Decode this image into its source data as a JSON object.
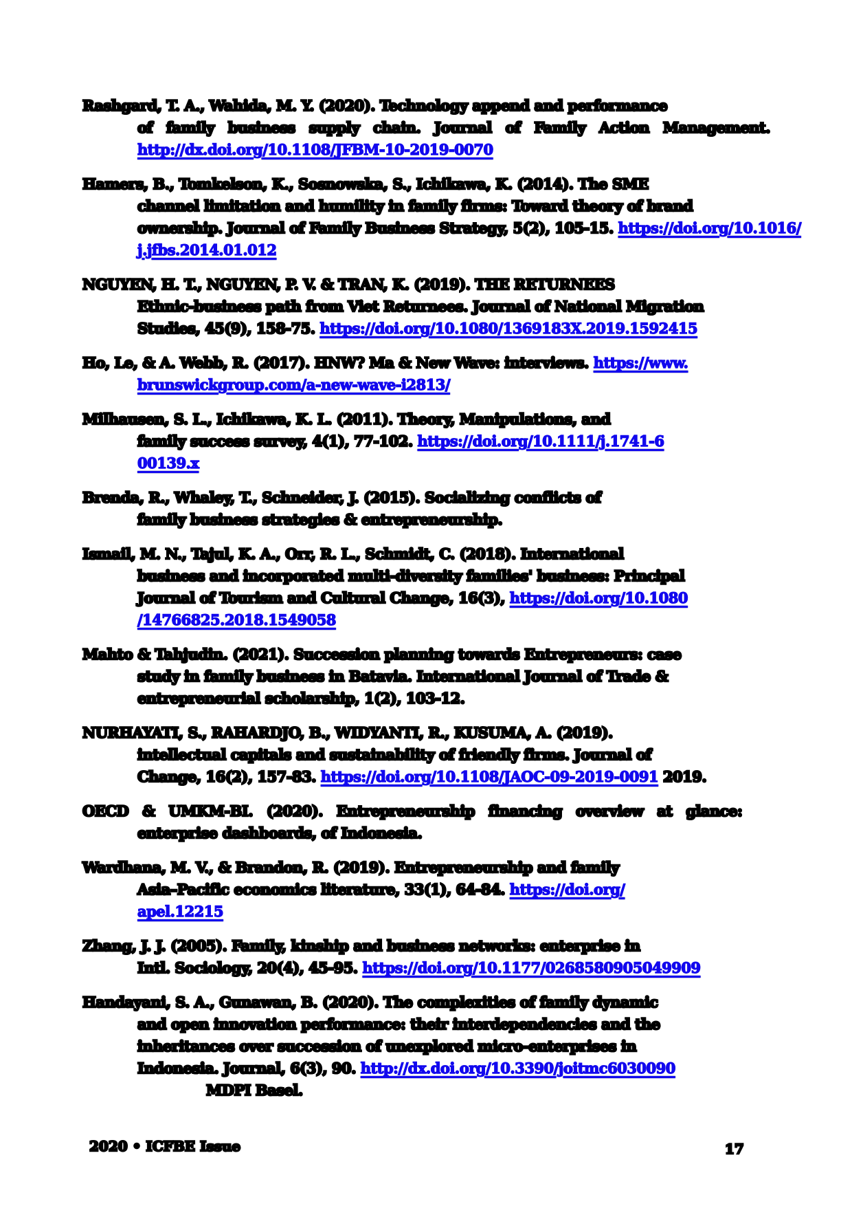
{
  "colors": {
    "text": "#000000",
    "link": "#1208ee",
    "background": "#ffffff"
  },
  "footer": {
    "left_label": "2020 • ICFBE Issue",
    "page_number": "17"
  },
  "references": {
    "entries": [
      {
        "lines": [
          {
            "wide": false,
            "segments": [
              {
                "text": "Rashgard, T. A., Wahida, M. Y. (2020). Technology append and performance",
                "link": false
              }
            ]
          },
          {
            "wide": true,
            "segments": [
              {
                "text": "of family business supply chain. Journal of Family Action Management.",
                "link": false
              }
            ]
          },
          {
            "segments": [
              {
                "text": "http://dx.doi.org/10.1108/JFBM-10-2019-0070",
                "link": true
              }
            ]
          }
        ]
      },
      {
        "lines": [
          {
            "segments": [
              {
                "text": "Hamers, B., Tomkelson, K., Sosnowska, S., Ichikawa, K. (2014). The SME",
                "link": false
              }
            ]
          },
          {
            "segments": [
              {
                "text": "channel limitation and humility in family firms: Toward theory of brand",
                "link": false
              }
            ]
          },
          {
            "segments": [
              {
                "text": "ownership. Journal of Family Business Strategy, 5(2), 105-15. ",
                "link": false
              },
              {
                "text": "https://doi.org/10.1016/",
                "link": true
              }
            ]
          },
          {
            "segments": [
              {
                "text": "j.jfbs.2014.01.012",
                "link": true
              }
            ]
          }
        ]
      },
      {
        "lines": [
          {
            "segments": [
              {
                "text": "NGUYEN, H. T., NGUYEN, P. V. & TRAN, K. (2019). THE RETURNEES",
                "link": false
              }
            ]
          },
          {
            "segments": [
              {
                "text": "Ethnic-business path from Viet Returnees. Journal of National Migration",
                "link": false
              }
            ]
          },
          {
            "segments": [
              {
                "text": "Studies, 45(9), 158-75. ",
                "link": false
              },
              {
                "text": "https://doi.org/10.1080/1369183X.2019.1592415",
                "link": true
              }
            ]
          }
        ]
      },
      {
        "lines": [
          {
            "segments": [
              {
                "text": "Ho, Le, & A. Webb, R. (2017). HNW? Ma & New Wave: interviews. ",
                "link": false
              },
              {
                "text": "https://www.",
                "link": true
              }
            ]
          },
          {
            "segments": [
              {
                "text": "brunswickgroup.com/a-new-wave-i2813/",
                "link": true
              }
            ]
          }
        ]
      },
      {
        "lines": [
          {
            "segments": [
              {
                "text": "Milhausen, S. L., Ichikawa, K. L. (2011). Theory, Manipulations, and",
                "link": false
              }
            ]
          },
          {
            "segments": [
              {
                "text": "family success survey, 4(1), 77-102. ",
                "link": false
              },
              {
                "text": "https://doi.org/10.1111/j.1741-6",
                "link": true
              }
            ]
          },
          {
            "segments": [
              {
                "text": "00139.x",
                "link": true
              }
            ]
          }
        ]
      },
      {
        "lines": [
          {
            "segments": [
              {
                "text": "Brenda, R., Whaley, T., Schneider, J. (2015). Socializing conflicts of",
                "link": false
              }
            ]
          },
          {
            "segments": [
              {
                "text": "family business strategies & entrepreneurship.",
                "link": false
              }
            ]
          }
        ]
      },
      {
        "lines": [
          {
            "segments": [
              {
                "text": "Ismail, M. N., Tajul, K. A., Orr, R. L., Schmidt, C. (2018). International",
                "link": false
              }
            ]
          },
          {
            "segments": [
              {
                "text": "business and incorporated multi-diversity families' business: Principal",
                "link": false
              }
            ]
          },
          {
            "segments": [
              {
                "text": "Journal of Tourism and Cultural Change, 16(3), ",
                "link": false
              },
              {
                "text": "https://doi.org/10.1080",
                "link": true
              }
            ]
          },
          {
            "segments": [
              {
                "text": "/14766825.2018.1549058",
                "link": true
              }
            ]
          }
        ]
      },
      {
        "lines": [
          {
            "segments": [
              {
                "text": "Mahto & Tahjudin. (2021). Succession planning towards Entrepreneurs: case",
                "link": false
              }
            ]
          },
          {
            "segments": [
              {
                "text": "study in family business in Batavia. International Journal of Trade &",
                "link": false
              }
            ]
          },
          {
            "segments": [
              {
                "text": "entrepreneurial scholarship, 1(2), 103-12.",
                "link": false
              }
            ]
          }
        ]
      },
      {
        "lines": [
          {
            "segments": [
              {
                "text": "NURHAYATI, S., RAHARDJO, B., WIDYANTI, R., KUSUMA, A. (2019).",
                "link": false
              }
            ]
          },
          {
            "segments": [
              {
                "text": "intellectual capitals and sustainability of friendly firms. Journal of",
                "link": false
              }
            ]
          },
          {
            "segments": [
              {
                "text": "Change, 16(2), 157-83. ",
                "link": false
              },
              {
                "text": "https://doi.org/10.1108/JAOC-09-2019-0091",
                "link": true
              },
              {
                "text": " 2019.",
                "link": false
              }
            ]
          }
        ]
      },
      {
        "lines": [
          {
            "wide": true,
            "segments": [
              {
                "text": "OECD & UMKM-BI. (2020). Entrepreneurship financing overview at glance:",
                "link": false
              }
            ]
          },
          {
            "segments": [
              {
                "text": "enterprise dashboards, of Indonesia.",
                "link": false
              }
            ]
          }
        ]
      },
      {
        "lines": [
          {
            "segments": [
              {
                "text": "Wardhana, M. V., & Brandon, R. (2019). Entrepreneurship and family",
                "link": false
              }
            ]
          },
          {
            "segments": [
              {
                "text": "Asia–Pacific economics literature, 33(1), 64-84. ",
                "link": false
              },
              {
                "text": "https://doi.org/",
                "link": true
              }
            ]
          },
          {
            "segments": [
              {
                "text": "apel.12215",
                "link": true
              }
            ]
          }
        ]
      },
      {
        "lines": [
          {
            "segments": [
              {
                "text": "Zhang, J. J. (2005). Family, kinship and business networks: enterprise in",
                "link": false
              }
            ]
          },
          {
            "segments": [
              {
                "text": "Intl. Sociology, 20(4), 45-95. ",
                "link": false
              },
              {
                "text": "https://doi.org/10.1177/0268580905049909",
                "link": true
              }
            ]
          }
        ]
      },
      {
        "lines": [
          {
            "segments": [
              {
                "text": "Handayani, S. A., Gunawan, B. (2020). The complexities of family dynamic",
                "link": false
              }
            ]
          },
          {
            "segments": [
              {
                "text": "and open innovation performance: their interdependencies and the",
                "link": false
              }
            ]
          },
          {
            "segments": [
              {
                "text": "inheritances over succession of unexplored micro-enterprises in",
                "link": false
              }
            ]
          },
          {
            "segments": [
              {
                "text": "Indonesia. Journal, 6(3), 90. ",
                "link": false
              },
              {
                "text": "http://dx.doi.org/10.3390/joitmc6030090",
                "link": true
              }
            ]
          },
          {
            "extra": true,
            "segments": [
              {
                "text": "MDPI Basel.",
                "link": false
              }
            ]
          }
        ]
      }
    ]
  }
}
